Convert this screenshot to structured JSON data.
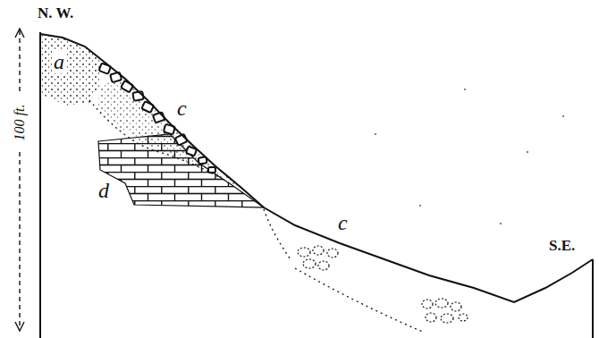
{
  "diagram": {
    "labels": [
      "N. W.",
      "a",
      "c",
      "d",
      "100 ft.",
      "c",
      "S.E."
    ]
  }
}
